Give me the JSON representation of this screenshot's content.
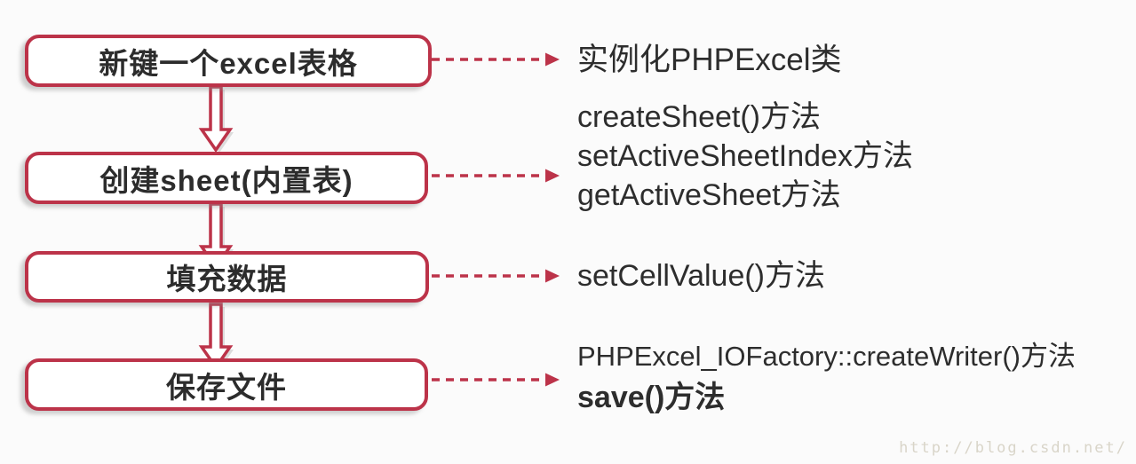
{
  "colors": {
    "accent": "#bc3349",
    "text": "#2d2d2d",
    "background": "#fbfbfb",
    "watermark_text_color": "#d9d5c9"
  },
  "flow": {
    "steps": [
      {
        "box_label": "新键一个excel表格",
        "notes": [
          "实例化PHPExcel类"
        ]
      },
      {
        "box_label": "创建sheet(内置表)",
        "notes": [
          "createSheet()方法",
          "setActiveSheetIndex方法",
          "getActiveSheet方法"
        ]
      },
      {
        "box_label": "填充数据",
        "notes": [
          "setCellValue()方法"
        ]
      },
      {
        "box_label": "保存文件",
        "notes": [
          "PHPExcel_IOFactory::createWriter()方法",
          "save()方法"
        ]
      }
    ]
  },
  "watermark": {
    "text": "http://blog.csdn.net/"
  }
}
